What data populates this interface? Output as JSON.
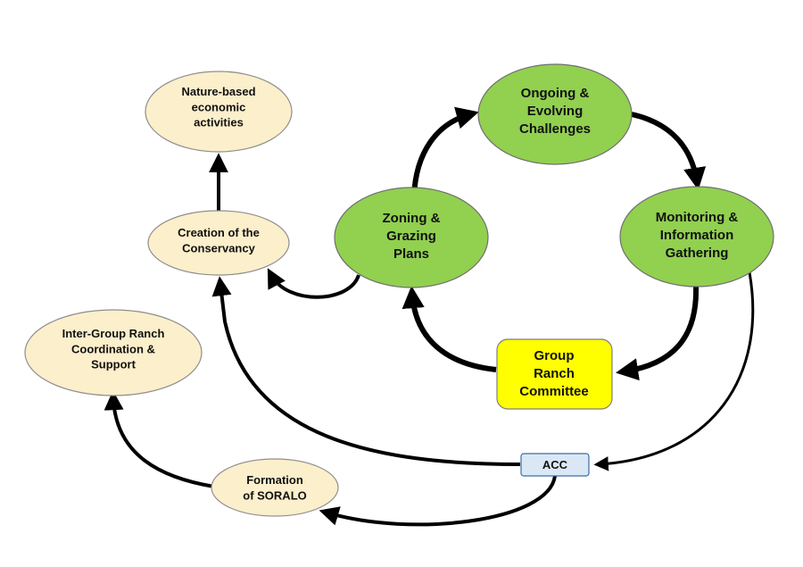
{
  "colors": {
    "beige_fill": "#FCEFCB",
    "beige_stroke": "#8E8E8E",
    "green_fill": "#92D050",
    "green_stroke": "#6E6E6E",
    "yellow_fill": "#FFFF00",
    "yellow_stroke": "#7F7F7F",
    "blue_fill": "#DAE8F5",
    "blue_stroke": "#3D6CA5",
    "arrow": "#000000"
  },
  "nodes": {
    "nature_based": {
      "lines": [
        "Nature-based",
        "economic",
        "activities"
      ]
    },
    "creation": {
      "lines": [
        "Creation of the",
        "Conservancy"
      ]
    },
    "inter_group": {
      "lines": [
        "Inter-Group Ranch",
        "Coordination &",
        "Support"
      ]
    },
    "soralo": {
      "lines": [
        "Formation",
        "of SORALO"
      ]
    },
    "ongoing": {
      "lines": [
        "Ongoing &",
        "Evolving",
        "Challenges"
      ]
    },
    "zoning": {
      "lines": [
        "Zoning &",
        "Grazing",
        "Plans"
      ]
    },
    "monitoring": {
      "lines": [
        "Monitoring &",
        "Information",
        "Gathering"
      ]
    },
    "committee": {
      "lines": [
        "Group",
        "Ranch",
        "Committee"
      ]
    },
    "acc": {
      "lines": [
        "ACC"
      ]
    }
  }
}
